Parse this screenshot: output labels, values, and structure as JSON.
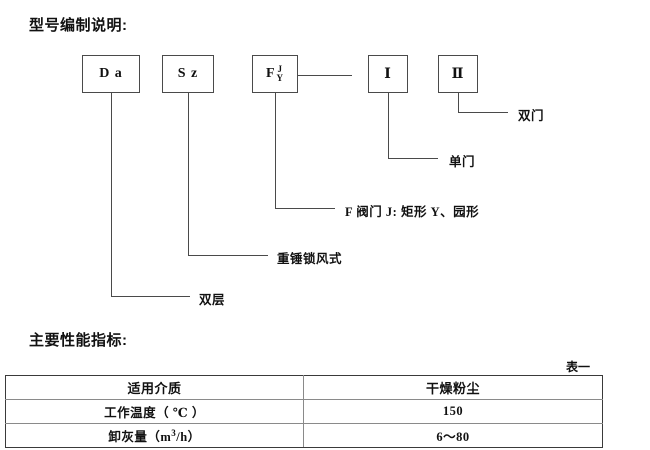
{
  "sections": {
    "model_heading": "型号编制说明:",
    "performance_heading": "主要性能指标:"
  },
  "diagram": {
    "boxes": [
      {
        "id": "da",
        "text": "D a"
      },
      {
        "id": "sz",
        "text": "S z"
      },
      {
        "id": "f",
        "text": "F",
        "numerator": "J",
        "denominator": "Y"
      },
      {
        "id": "i",
        "text": "Ⅰ"
      },
      {
        "id": "ii",
        "text": "Ⅱ"
      }
    ],
    "annotations": [
      {
        "id": "shuangceng",
        "text": "双层"
      },
      {
        "id": "zhongchui",
        "text": "重锤锁风式"
      },
      {
        "id": "fvalve",
        "text": "F 阀门 J: 矩形  Y、园形"
      },
      {
        "id": "danmen",
        "text": "单门"
      },
      {
        "id": "shuangmen",
        "text": "双门"
      }
    ]
  },
  "table": {
    "caption": "表一",
    "rows": [
      {
        "label": "适用介质",
        "value": "干燥粉尘"
      },
      {
        "label_prefix": "工作温度（",
        "label_unit": "℃",
        "label_suffix": "）",
        "value": "150"
      },
      {
        "label_prefix": "卸灰量（m",
        "label_sup": "3",
        "label_suffix": "/h）",
        "value": "6～80"
      }
    ],
    "row1_label": "适用介质",
    "row1_value": "干燥粉尘",
    "row2_label": "工作温度（ ℃ ）",
    "row2_value": "150",
    "row3_value": "6～80"
  },
  "colors": {
    "line": "#4a4a4a",
    "text": "#111111",
    "table_border": "#3a3a3a"
  }
}
